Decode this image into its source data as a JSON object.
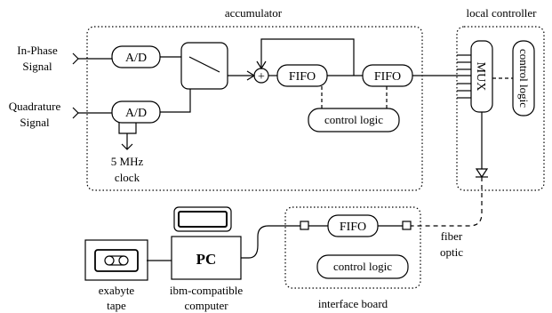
{
  "regions": {
    "accumulator": "accumulator",
    "local_controller": "local controller",
    "interface_board": "interface board"
  },
  "signals": {
    "in_phase_line1": "In-Phase",
    "in_phase_line2": "Signal",
    "quadrature_line1": "Quadrature",
    "quadrature_line2": "Signal",
    "clock_line1": "5 MHz",
    "clock_line2": "clock",
    "fiber_line1": "fiber",
    "fiber_line2": "optic"
  },
  "blocks": {
    "ad_top": "A/D",
    "ad_bottom": "A/D",
    "adder_symbol": "+",
    "fifo_1": "FIFO",
    "fifo_2": "FIFO",
    "control_logic_accumulator": "control logic",
    "mux": "MUX",
    "control_logic_controller": "control logic",
    "fifo_interface": "FIFO",
    "control_logic_interface": "control logic",
    "pc": "PC"
  },
  "devices": {
    "exabyte_line1": "exabyte",
    "exabyte_line2": "tape",
    "computer_line1": "ibm-compatible",
    "computer_line2": "computer"
  }
}
